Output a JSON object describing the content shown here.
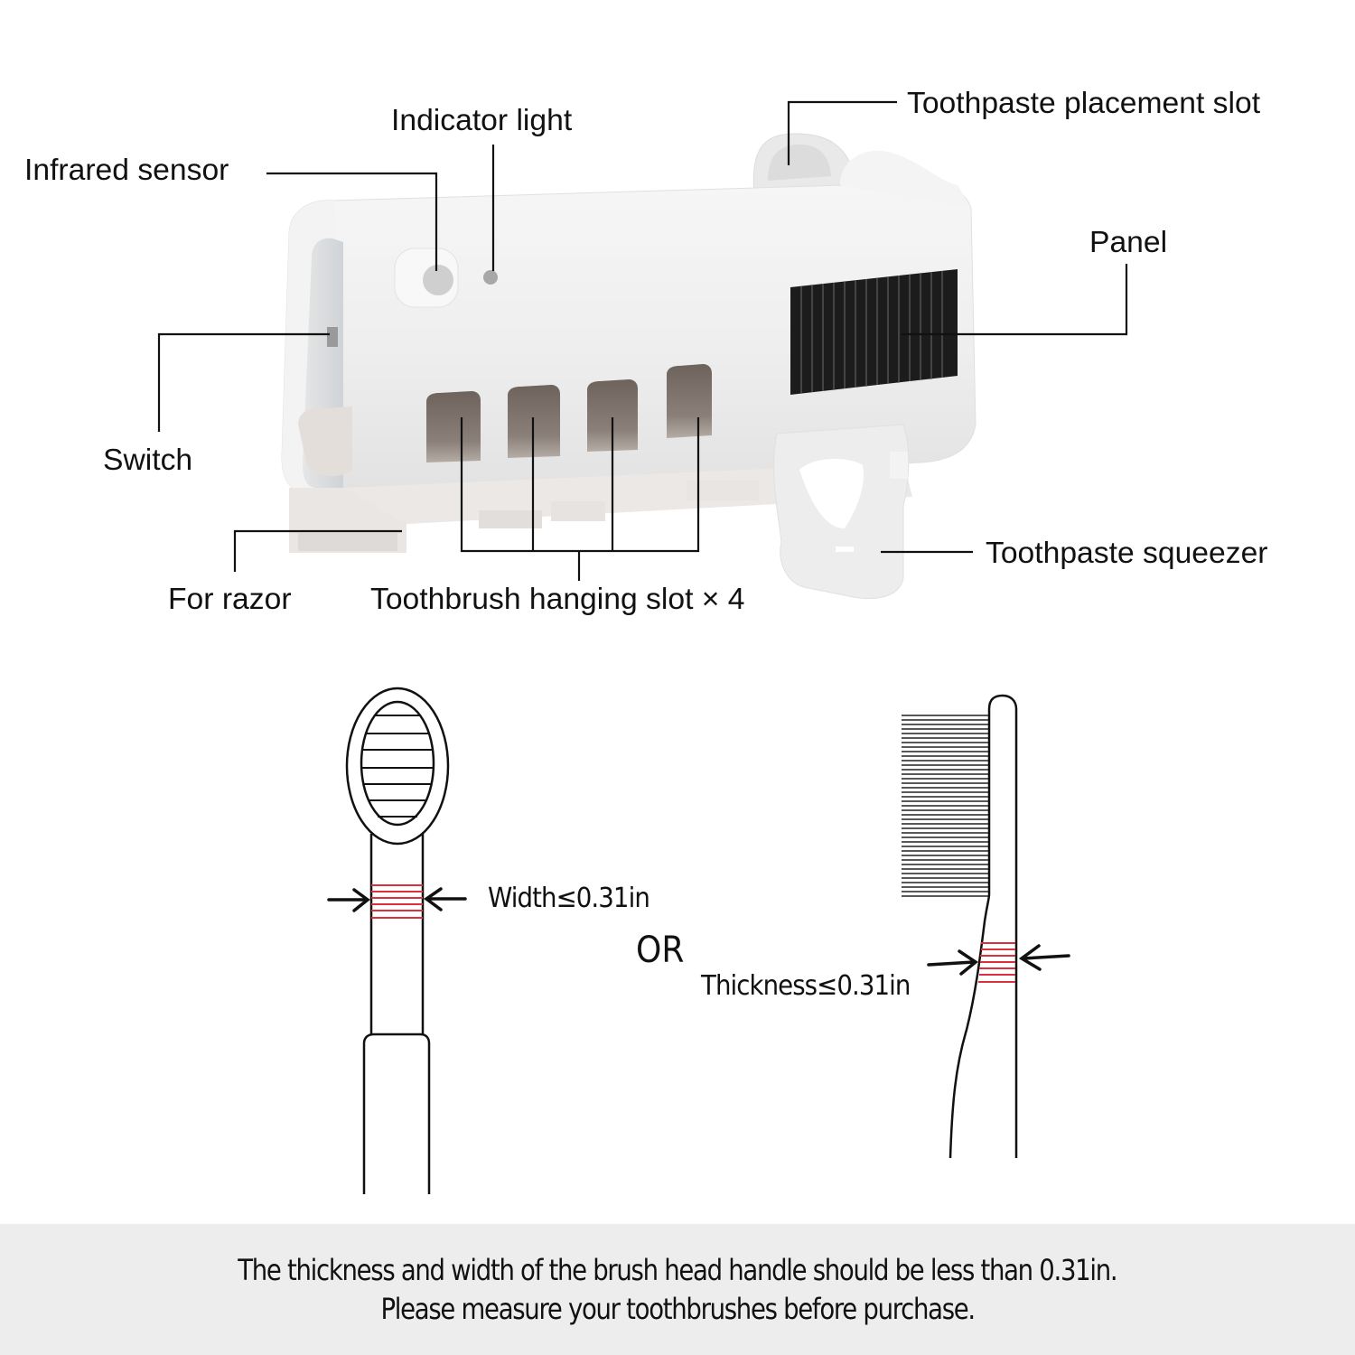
{
  "product_diagram": {
    "callouts": {
      "indicator_light": "Indicator light",
      "infrared_sensor": "Infrared sensor",
      "toothpaste_placement_slot": "Toothpaste placement slot",
      "panel": "Panel",
      "switch": "Switch",
      "for_razor": "For razor",
      "toothbrush_hanging_slot": "Toothbrush hanging slot × 4",
      "toothpaste_squeezer": "Toothpaste squeezer"
    },
    "hanging_slot_count": 4
  },
  "toothbrush_requirements": {
    "front_view": {
      "dimension_label": "Width≤0.31in"
    },
    "separator": "OR",
    "side_view": {
      "dimension_label": "Thickness≤0.31in"
    },
    "measure_band_color": "#d9323c"
  },
  "footer": {
    "line1": "The thickness and width of the brush head handle should be less than 0.31in.",
    "line2": "Please measure your toothbrushes before purchase.",
    "background": "#ededed"
  }
}
